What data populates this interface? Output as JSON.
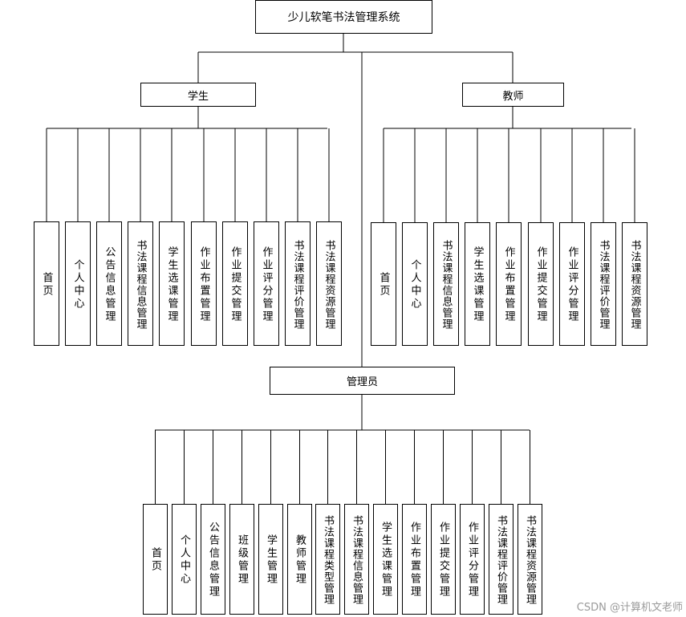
{
  "root": {
    "label": "少儿软笔书法管理系统"
  },
  "student": {
    "label": "学生",
    "items": [
      "首页",
      "个人中心",
      "公告信息管理",
      "书法课程信息管理",
      "学生选课管理",
      "作业布置管理",
      "作业提交管理",
      "作业评分管理",
      "书法课程评价管理",
      "书法课程资源管理"
    ]
  },
  "teacher": {
    "label": "教师",
    "items": [
      "首页",
      "个人中心",
      "书法课程信息管理",
      "学生选课管理",
      "作业布置管理",
      "作业提交管理",
      "作业评分管理",
      "书法课程评价管理",
      "书法课程资源管理"
    ]
  },
  "admin": {
    "label": "管理员",
    "items": [
      "首页",
      "个人中心",
      "公告信息管理",
      "班级管理",
      "学生管理",
      "教师管理",
      "书法课程类型管理",
      "书法课程信息管理",
      "学生选课管理",
      "作业布置管理",
      "作业提交管理",
      "作业评分管理",
      "书法课程评价管理",
      "书法课程资源管理"
    ]
  },
  "watermark": "CSDN @计算机文老师"
}
